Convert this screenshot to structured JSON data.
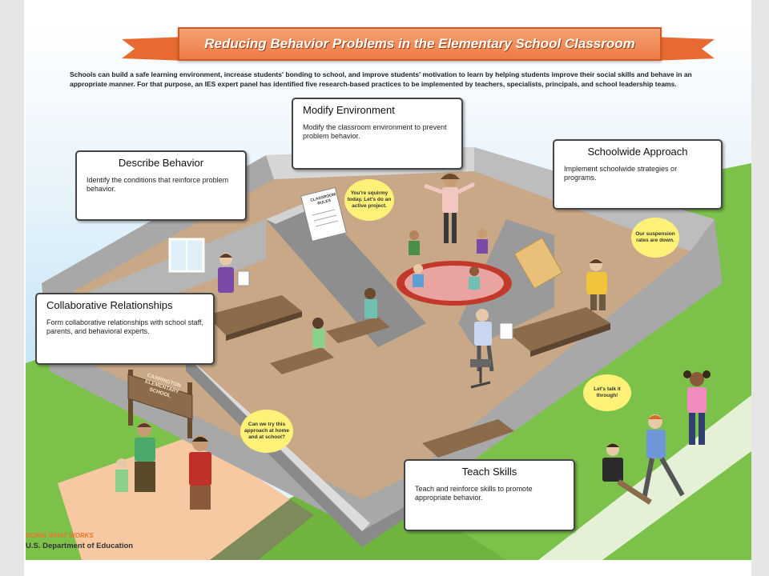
{
  "banner": {
    "title": "Reducing Behavior Problems in the Elementary School Classroom"
  },
  "intro": "Schools can build a safe learning environment, increase students' bonding to school, and improve students' motivation to learn by helping students improve their social skills and behave in an appropriate manner.  For that purpose, an IES expert panel has identified five research-based practices to be implemented by teachers, specialists, principals, and school leadership teams.",
  "callouts": {
    "describe": {
      "title": "Describe Behavior",
      "text": "Identify the conditions that reinforce problem behavior."
    },
    "modify": {
      "title": "Modify Environment",
      "text": "Modify the classroom environment to prevent problem behavior."
    },
    "schoolwide": {
      "title": "Schoolwide Approach",
      "text": "Implement schoolwide strategies or programs."
    },
    "collab": {
      "title": "Collaborative Relationships",
      "text": "Form collaborative relationships with school staff, parents, and behavioral experts."
    },
    "teach": {
      "title": "Teach Skills",
      "text": "Teach and reinforce skills to promote appropriate behavior."
    }
  },
  "bubbles": {
    "teacher": "You're squirmy today.  Let's do an active project.",
    "suspension": "Our suspension rates are down.",
    "talk": "Let's talk it through!",
    "parent": "Can we try this approach at home and at school?"
  },
  "sign": {
    "line1": "CARRINGTON",
    "line2": "ELEMENTARY",
    "line3": "SCHOOL"
  },
  "poster": {
    "line1": "CLASSROOM",
    "line2": "RULES"
  },
  "credits": {
    "brand": "DOING WHAT WORKS",
    "agency": "U.S. Department of Education"
  },
  "colors": {
    "banner": "#ec7b45",
    "grass": "#79c34a",
    "wall": "#9b9b9b",
    "floor": "#c9a98a",
    "bubble": "#fdf277"
  }
}
